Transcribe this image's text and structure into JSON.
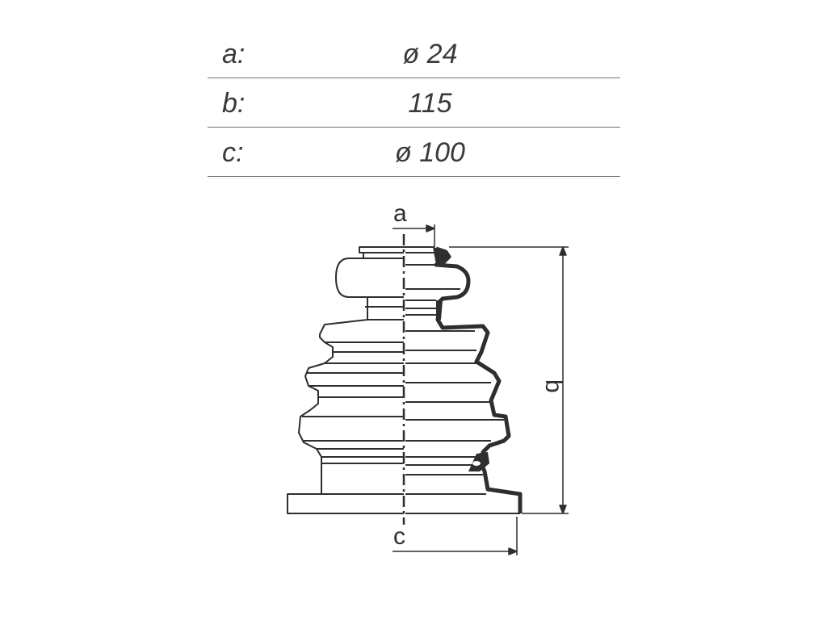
{
  "specs": [
    {
      "label": "a:",
      "value": "ø 24"
    },
    {
      "label": "b:",
      "value": "115"
    },
    {
      "label": "c:",
      "value": "ø 100"
    }
  ],
  "drawing": {
    "dim_a_label": "a",
    "dim_b_label": "b",
    "dim_c_label": "c"
  }
}
